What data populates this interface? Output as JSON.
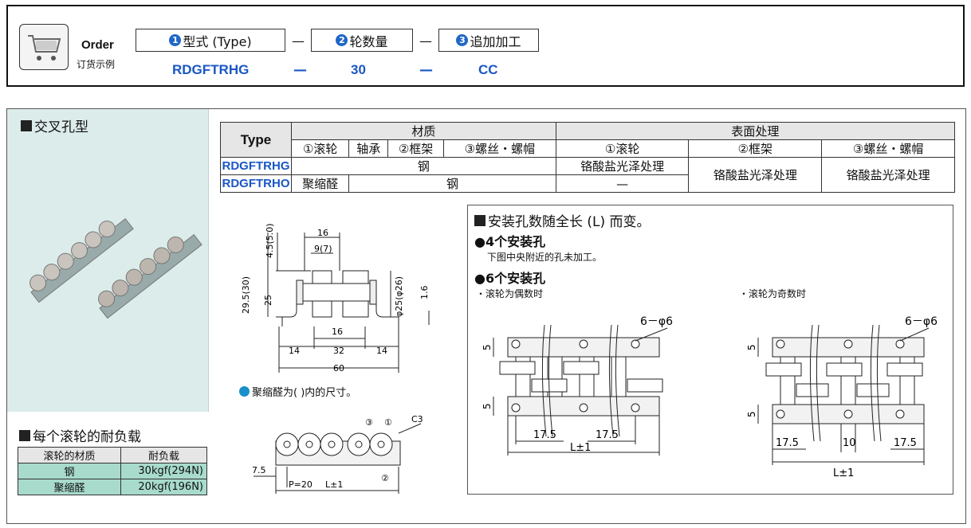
{
  "order": {
    "label": "Order",
    "sublabel": "订货示例",
    "fields": [
      {
        "num": "1",
        "label": "型式 (Type)"
      },
      {
        "num": "2",
        "label": "轮数量"
      },
      {
        "num": "3",
        "label": "追加加工"
      }
    ],
    "separator": "—",
    "values": [
      "RDGFTRHG",
      "30",
      "CC"
    ]
  },
  "section_cross_hole": "交叉孔型",
  "spec_table": {
    "type_header": "Type",
    "material_header": "材质",
    "surface_header": "表面处理",
    "sub_headers": [
      "①滚轮",
      "轴承",
      "②框架",
      "③螺丝・螺帽",
      "①滚轮",
      "②框架",
      "③螺丝・螺帽"
    ],
    "rows": [
      {
        "type": "RDGFTRHG",
        "material": "钢",
        "roller_surface": "铬酸盐光泽处理"
      },
      {
        "type": "RDGFTRHO",
        "roller": "聚缩醛",
        "rest": "钢",
        "roller_surface": "—"
      }
    ],
    "frame_surface": "铬酸盐光泽处理",
    "screw_surface": "铬酸盐光泽处理"
  },
  "load_section": {
    "title": "每个滚轮的耐负载",
    "headers": [
      "滚轮的材质",
      "耐负载"
    ],
    "rows": [
      [
        "钢",
        "30kgf(294N)"
      ],
      [
        "聚缩醛",
        "20kgf(196N)"
      ]
    ]
  },
  "drawing_note": "聚缩醛为( )内的尺寸。",
  "dims": {
    "d16": "16",
    "d9": "9(7)",
    "d45": "4.5(5.0)",
    "d295": "29.5(30)",
    "d25": "25",
    "phi": "φ25(φ26)",
    "d16b": "16",
    "d14a": "14",
    "d32": "32",
    "d14b": "14",
    "d60": "60",
    "d16c": "1.6",
    "p": "P=20",
    "l": "L±1",
    "d75": "7.5",
    "c3": "C3",
    "c1": "①",
    "c2": "②",
    "c3n": "③"
  },
  "install": {
    "title": "安装孔数随全长 (L) 而变。",
    "four_title": "4个安装孔",
    "four_note": "下图中央附近的孔未加工。",
    "six_title": "6个安装孔",
    "even": "・滚轮为偶数时",
    "odd": "・滚轮为奇数时",
    "holes": "6－φ6",
    "d5": "5",
    "d175": "17.5",
    "d10": "10",
    "l": "L±1"
  }
}
